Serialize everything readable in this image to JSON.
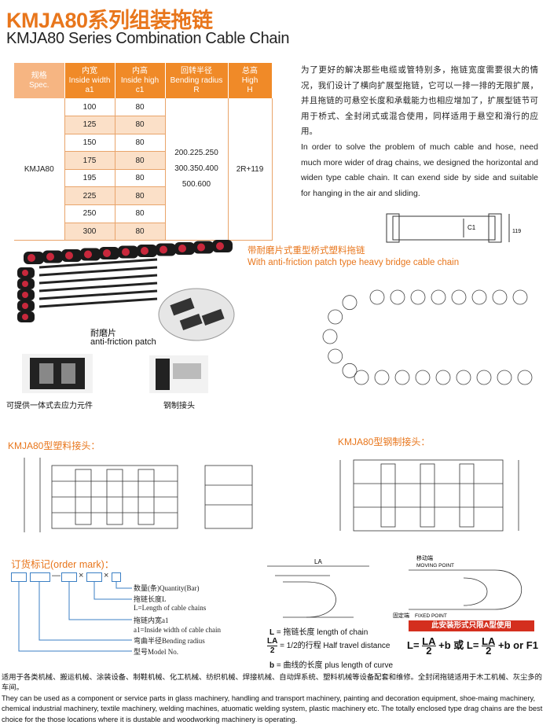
{
  "title_cn": "KMJA80系列组装拖链",
  "title_en": "KMJA80 Series Combination Cable Chain",
  "table": {
    "headers": [
      {
        "cn": "规格",
        "en": "Spec.",
        "sym": ""
      },
      {
        "cn": "内宽",
        "en": "Inside width",
        "sym": "a1"
      },
      {
        "cn": "内高",
        "en": "Inside high",
        "sym": "c1"
      },
      {
        "cn": "回转半径",
        "en": "Bending radius",
        "sym": "R"
      },
      {
        "cn": "总高",
        "en": "High",
        "sym": "H"
      }
    ],
    "spec": "KMJA80",
    "rows": [
      {
        "a1": "100",
        "c1": "80"
      },
      {
        "a1": "125",
        "c1": "80"
      },
      {
        "a1": "150",
        "c1": "80"
      },
      {
        "a1": "175",
        "c1": "80"
      },
      {
        "a1": "195",
        "c1": "80"
      },
      {
        "a1": "225",
        "c1": "80"
      },
      {
        "a1": "250",
        "c1": "80"
      },
      {
        "a1": "300",
        "c1": "80"
      }
    ],
    "radius_lines": [
      "200.225.250",
      "300.350.400",
      "500.600"
    ],
    "high": "2R+119"
  },
  "desc_cn": "为了更好的解决那些电缆或管特别多，拖链宽度需要很大的情况，我们设计了横向扩展型拖链，它可以一排一排的无限扩展，并且拖链的可悬空长度和承载能力也相应增加了，扩展型链节可用于桥式、全封闭式或混合使用，同样适用于悬空和滑行的应用。",
  "desc_en": "In order to solve the problem of much cable and hose, need much more wider of drag chains, we designed the horizontal and widen type cable chain. It can exend side by side and suitable for hanging in the air and sliding.",
  "subtitle_cn": "带耐磨片式重型桥式塑料拖链",
  "subtitle_en": "With anti-friction patch type heavy bridge cable chain",
  "patch_label_cn": "耐磨片",
  "patch_label_en": "anti-friction patch",
  "caption_left": "可提供一体式去应力元件",
  "caption_right": "钢制接头",
  "section_plastic": "KMJA80型塑料接头：",
  "section_steel": "KMJA80型钢制接头：",
  "order": {
    "title": "订货标记(order mark)：",
    "notes": [
      "数量(条)Quantity(Bar)",
      "拖链长度L",
      "L=Length of cable chains",
      "拖链内宽a1",
      "a1=Inside width of cable chain",
      "弯曲半径Bending radius",
      "型号Model No."
    ]
  },
  "legend": {
    "L_sym": "L",
    "L_text": "= 拖链长度  length of chain",
    "LA2_top": "LA",
    "LA2_bot": "2",
    "LA2_text": "= 1/2的行程  Half travel distance",
    "b_sym": "b",
    "b_text": "= 曲线的长度  plus length of curve"
  },
  "diagram_labels": {
    "la": "LA",
    "moving_cn": "移动端",
    "moving_en": "MOVING POINT",
    "fixed_cn": "固定端",
    "fixed_en": "FIXED POINT"
  },
  "tag_red": "此安装形式只限A型使用",
  "formula": {
    "left": "L=",
    "f1_top": "LA",
    "f1_bot": "2",
    "mid": "+b 或 L=",
    "f2_top": "LA",
    "f2_bot": "2",
    "end": "+b or F1"
  },
  "footer_cn": "适用于各类机械、搬运机械、涂装设备、制鞋机械、化工机械、纺织机械、焊接机械、自动焊系统、塑料机械等设备配套和维修。全封闭拖链适用于木工机械、灰尘多的车间。",
  "footer_en": "They can be used as a component or service parts in glass machinery, handling and transport machinery, painting and decoration equipment, shoe-maing machinery, chemical industrial machinery, textile machinery, welding machines, atuomatic welding system, plastic machinery etc. The totally enclosed type drag chains are the best choice for the those locations where it is dustable and woodworking machinery is operating.",
  "colors": {
    "accent": "#e8761c",
    "table_head": "#f08a28",
    "row_alt": "#fbe0c8",
    "line_blue": "#3b7fc4",
    "red_tag": "#d42f1e"
  }
}
